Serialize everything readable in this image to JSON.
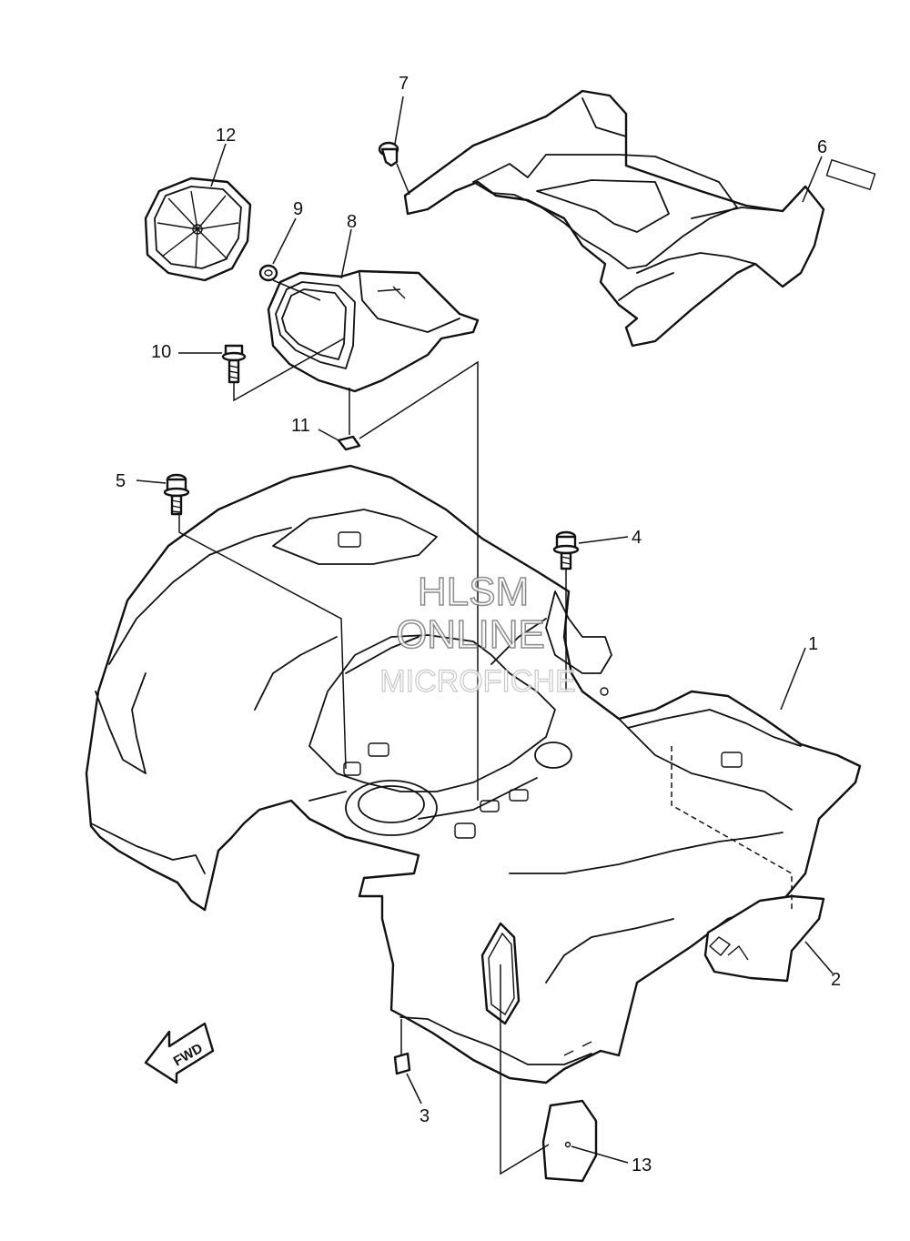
{
  "callouts": [
    {
      "id": "1",
      "label": "1"
    },
    {
      "id": "2",
      "label": "2"
    },
    {
      "id": "3",
      "label": "3"
    },
    {
      "id": "4",
      "label": "4"
    },
    {
      "id": "5",
      "label": "5"
    },
    {
      "id": "6",
      "label": "6"
    },
    {
      "id": "7",
      "label": "7"
    },
    {
      "id": "8",
      "label": "8"
    },
    {
      "id": "9",
      "label": "9"
    },
    {
      "id": "10",
      "label": "10"
    },
    {
      "id": "11",
      "label": "11"
    },
    {
      "id": "12",
      "label": "12"
    },
    {
      "id": "13",
      "label": "13"
    }
  ],
  "direction_arrow": {
    "label": "FWD"
  },
  "watermark": {
    "line1": "HLSM",
    "line2": "ONLINE",
    "line3": "MICROFICHE"
  }
}
